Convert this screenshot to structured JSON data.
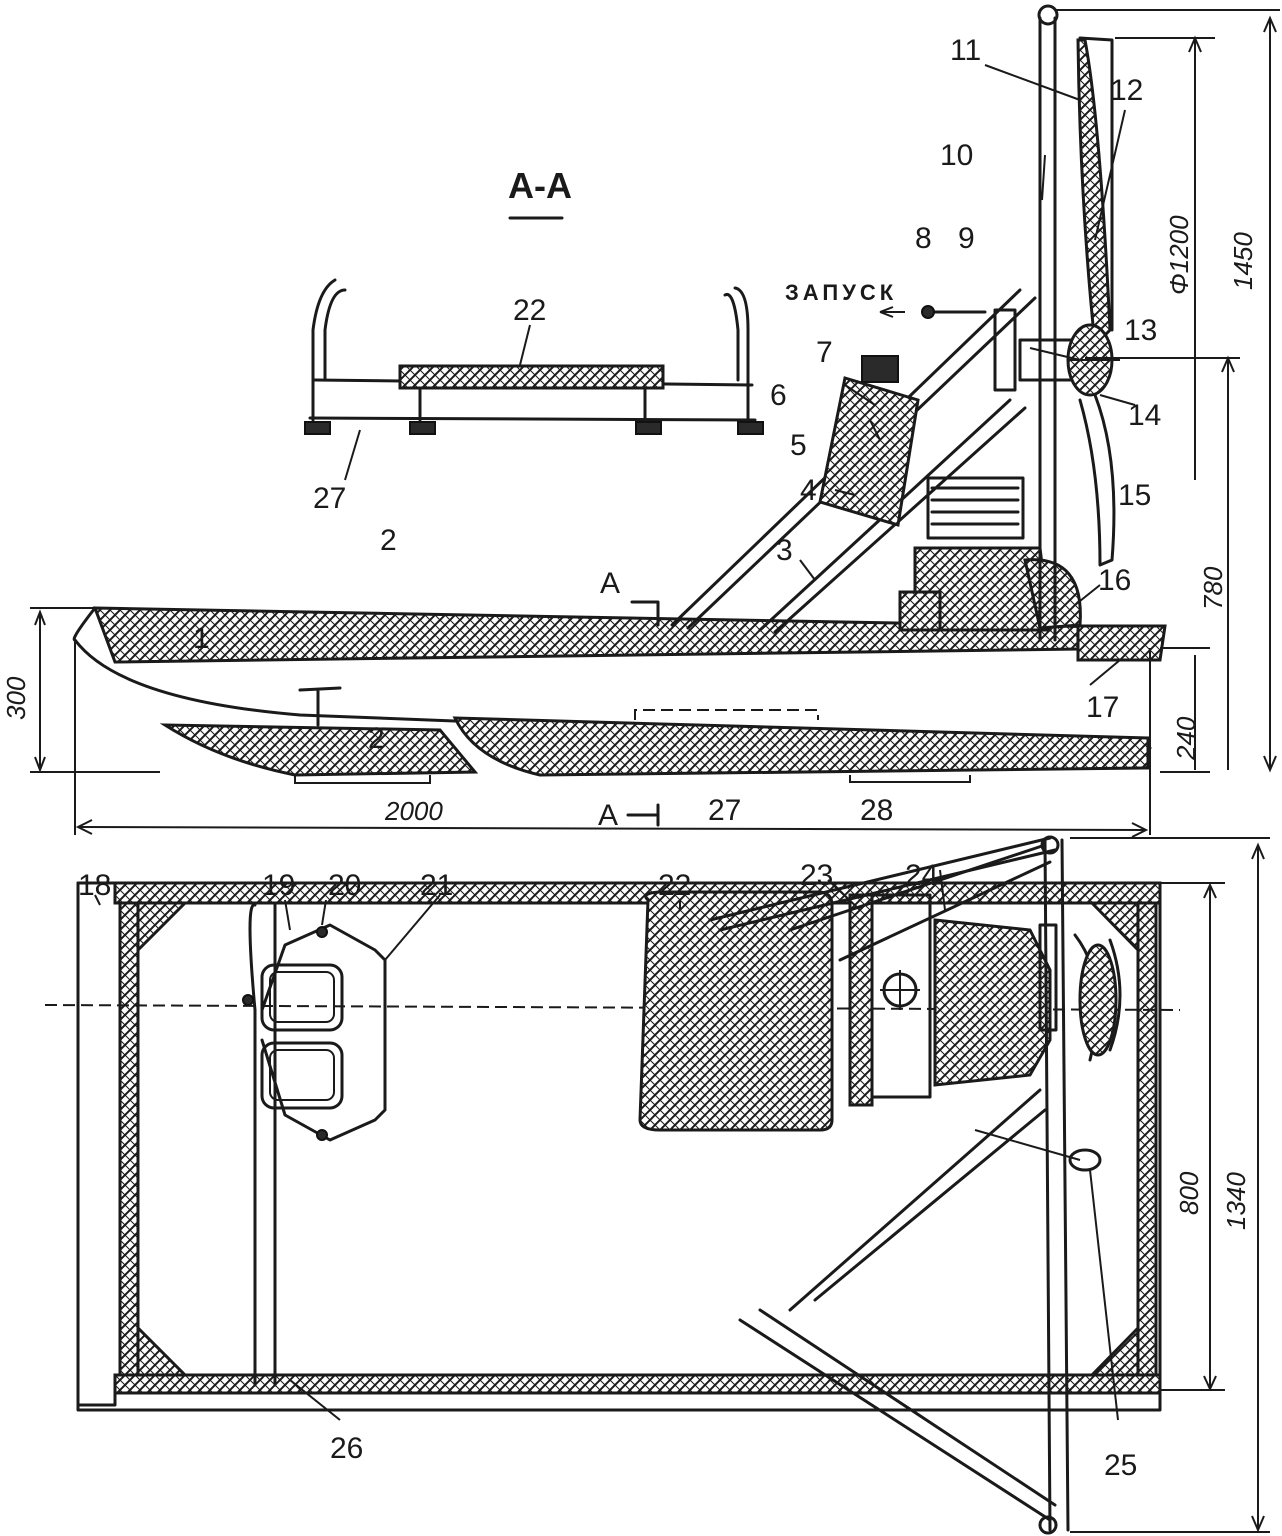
{
  "section_title": "А-А",
  "start_label": "ЗАПУСК",
  "section_marker": "А",
  "labels": {
    "n1": "1",
    "n2": "2",
    "n3": "3",
    "n4": "4",
    "n5": "5",
    "n6": "6",
    "n7": "7",
    "n8": "8",
    "n9": "9",
    "n10": "10",
    "n11": "11",
    "n12": "12",
    "n13": "13",
    "n14": "14",
    "n15": "15",
    "n16": "16",
    "n17": "17",
    "n18": "18",
    "n19": "19",
    "n20": "20",
    "n21": "21",
    "n22a": "22",
    "n22b": "22",
    "n23": "23",
    "n24": "24",
    "n25": "25",
    "n26": "26",
    "n27a": "27",
    "n27b": "27",
    "n28": "28"
  },
  "dimensions": {
    "length": "2000",
    "hull_height": "300",
    "skid_height": "240",
    "prop_axis_height": "780",
    "total_height": "1450",
    "prop_diameter": "Φ1200",
    "inner_width": "800",
    "total_width": "1340"
  }
}
